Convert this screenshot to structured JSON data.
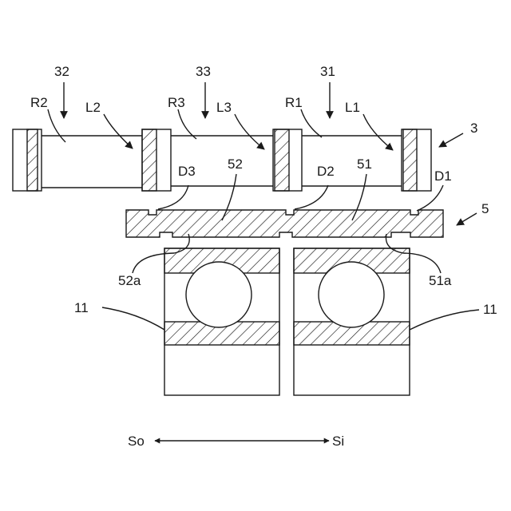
{
  "labels": {
    "ref_3": "3",
    "ref_5": "5",
    "ref_31": "31",
    "ref_32": "32",
    "ref_33": "33",
    "R1": "R1",
    "R2": "R2",
    "R3": "R3",
    "L1": "L1",
    "L2": "L2",
    "L3": "L3",
    "D1": "D1",
    "D2": "D2",
    "D3": "D3",
    "ref_51": "51",
    "ref_52": "52",
    "ref_51a": "51a",
    "ref_52a": "52a",
    "ref_11_left": "11",
    "ref_11_right": "11"
  },
  "direction": {
    "left": "So",
    "right": "Si"
  }
}
